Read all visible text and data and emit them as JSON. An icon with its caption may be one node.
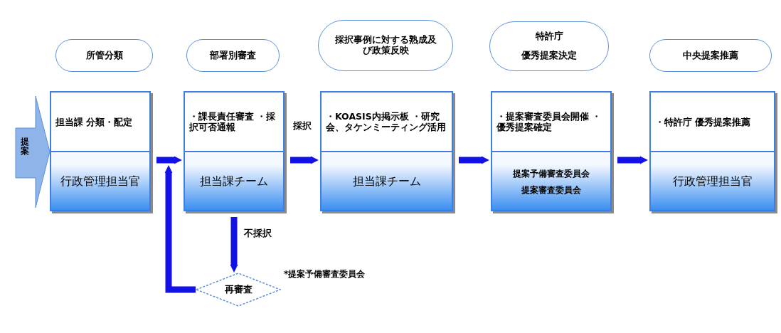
{
  "diagram": {
    "nodes": [
      {
        "text": [
          "提案"
        ]
      },
      {
        "text": [
          "所管分類"
        ]
      },
      {
        "text": [
          "担当課 分類・配定",
          "行政管理担当官"
        ]
      },
      {
        "text": [
          "部署別審査"
        ]
      },
      {
        "text": [
          "・課長責任審査 ・採択可否通報",
          "担当課チーム"
        ]
      },
      {
        "text": [
          "採択事例に対する熟成及び政策反映"
        ]
      },
      {
        "text": [
          "・KOASIS内掲示板 ・研究会、タケンミーティング活用",
          "担当課チーム"
        ]
      },
      {
        "text": [
          "特許庁",
          "優秀提案決定"
        ]
      },
      {
        "text": [
          "・提案審査委員会開催 ・優秀提案確定",
          "提案予備審査委員会",
          "提案審査委員会"
        ]
      },
      {
        "text": [
          "中央提案推薦"
        ]
      },
      {
        "text": [
          "・特許庁 優秀提案推薦",
          "行政管理担当官"
        ]
      },
      {
        "text": [
          "再審査"
        ],
        "beside": [
          "*提案予備審査委員会"
        ]
      }
    ],
    "edges": [
      {
        "from": 2,
        "to": 4,
        "arrow": "to"
      },
      {
        "from": 4,
        "to": 6,
        "arrow": "to",
        "label": "採択"
      },
      {
        "from": 6,
        "to": 8,
        "arrow": "to"
      },
      {
        "from": 8,
        "to": 10,
        "arrow": "to"
      },
      {
        "from": 4,
        "to": 11,
        "arrow": "to",
        "label": "不採択"
      },
      {
        "from": 11,
        "to": 4,
        "arrow": "to"
      }
    ]
  }
}
